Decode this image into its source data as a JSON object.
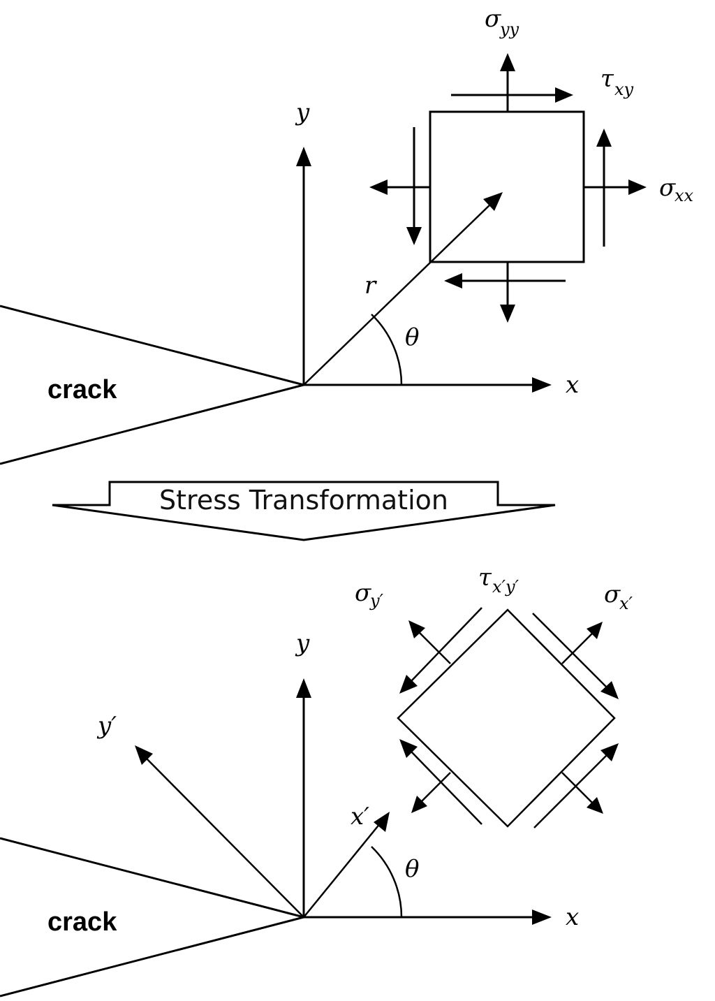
{
  "top_panel": {
    "crack_label": "crack",
    "axis_x": "x",
    "axis_y": "y",
    "radius_label": "r",
    "angle_label": "θ",
    "sigma_yy": {
      "main": "σ",
      "sub": "yy"
    },
    "tau_xy": {
      "main": "τ",
      "sub": "xy"
    },
    "sigma_xx": {
      "main": "σ",
      "sub": "xx"
    }
  },
  "banner": {
    "label": "Stress Transformation"
  },
  "bottom_panel": {
    "crack_label": "crack",
    "axis_x": "x",
    "axis_y": "y",
    "axis_x_prime": "x′",
    "axis_y_prime": "y′",
    "angle_label": "θ",
    "sigma_y_prime": {
      "main": "σ",
      "sub": "y′"
    },
    "tau_x_prime_y_prime": {
      "main": "τ",
      "sub": "x′y′"
    },
    "sigma_x_prime": {
      "main": "σ",
      "sub": "x′"
    }
  }
}
